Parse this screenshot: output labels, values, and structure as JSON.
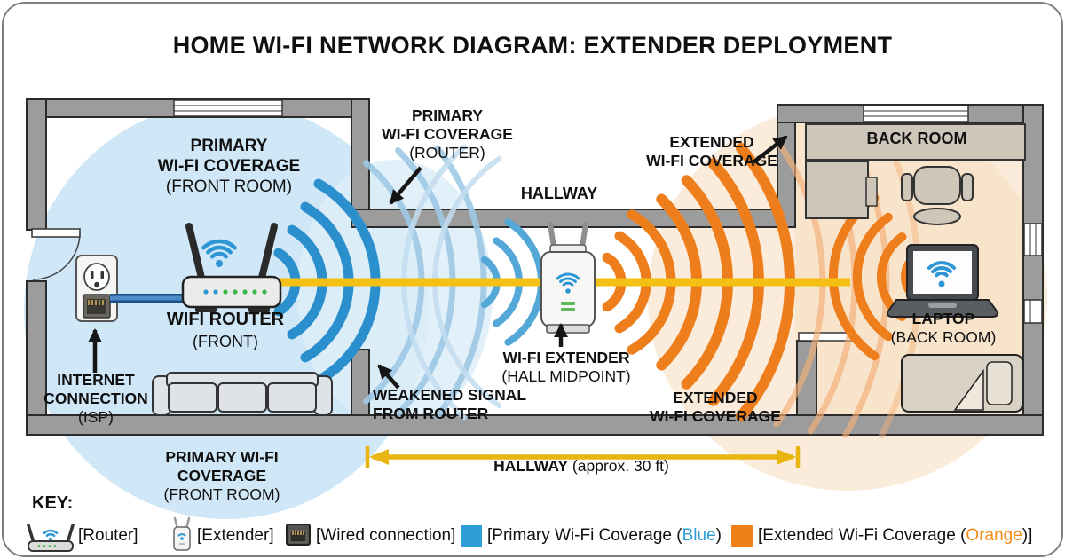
{
  "title": "HOME WI-FI NETWORK DIAGRAM: EXTENDER DEPLOYMENT",
  "colors": {
    "primary_blue_arcs": "#2a8fcc",
    "weak_blue_arcs": "#a5cde8",
    "extended_orange_arcs": "#ee7e1c",
    "signal_yellow": "#f3c013",
    "coverage_blue_fill": "#cfe7f6",
    "coverage_orange_fill": "#f6ddc2",
    "wall_gray": "#9c9c9c",
    "legend_blue": "#2e9fd6",
    "legend_orange": "#f08119"
  },
  "icons": {
    "router": "router-icon",
    "extender": "extender-icon",
    "wired": "ethernet-jack-icon",
    "wifi": "wifi-waves-icon"
  },
  "diagram": {
    "labels": {
      "front_coverage_top": [
        "PRIMARY",
        "WI-FI COVERAGE",
        "(FRONT ROOM)"
      ],
      "router_coverage": [
        "PRIMARY",
        "WI-FI COVERAGE",
        "(ROUTER)"
      ],
      "hallway": "HALLWAY",
      "extended_coverage_top": [
        "EXTENDED",
        "WI-FI COVERAGE"
      ],
      "back_room": "BACK ROOM",
      "wifi_router": [
        "WIFI ROUTER",
        "(FRONT)"
      ],
      "internet_connection": [
        "INTERNET",
        "CONNECTION",
        "(ISP)"
      ],
      "weakened_signal": [
        "WEAKENED SIGNAL",
        "FROM ROUTER"
      ],
      "wifi_extender": [
        "WI-FI EXTENDER",
        "(HALL MIDPOINT)"
      ],
      "extended_coverage_bottom": [
        "EXTENDED",
        "WI-FI COVERAGE"
      ],
      "laptop": [
        "LAPTOP",
        "(BACK ROOM)"
      ],
      "front_coverage_bottom": [
        "PRIMARY WI-FI",
        "COVERAGE",
        "(FRONT ROOM)"
      ],
      "hallway_measure": {
        "name": "HALLWAY",
        "detail": " (approx. 30 ft)"
      }
    }
  },
  "key": {
    "title": "KEY:",
    "items": {
      "router": "[Router]",
      "extender": "[Extender]",
      "wired": "[Wired connection]",
      "primary": {
        "prefix": "[Primary Wi-Fi Coverage (",
        "word": "Blue",
        "suffix": ")"
      },
      "extended": {
        "prefix": "[Extended Wi-Fi Coverage (",
        "word": "Orange",
        "suffix": ")]"
      }
    }
  }
}
